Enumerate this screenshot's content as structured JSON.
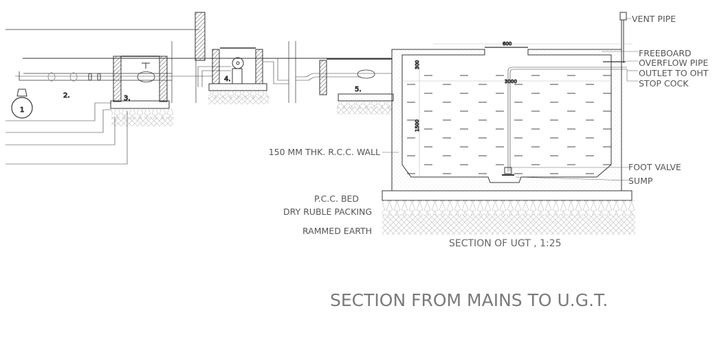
{
  "drawing": {
    "title": "SECTION FROM MAINS TO U.G.T.",
    "subtitle": "SECTION OF UGT , 1:25",
    "callouts": {
      "vent_pipe": "VENT PIPE",
      "freeboard": "FREEBOARD",
      "overflow_pipe": "OVERFLOW PIPE",
      "outlet_to_oht": "OUTLET TO OHT",
      "stop_cock": "STOP COCK",
      "foot_valve": "FOOT VALVE",
      "sump": "SUMP",
      "rcc_wall": "150 MM THK. R.C.C. WALL",
      "pcc_bed": "P.C.C. BED",
      "dry_ruble": "DRY RUBLE PACKING",
      "rammed_earth": "RAMMED EARTH"
    },
    "dimensions": {
      "opening": "600",
      "freeboard": "300",
      "width": "3000",
      "depth": "1500"
    },
    "item_numbers": [
      "1",
      "2.",
      "3.",
      "4.",
      "5."
    ]
  }
}
